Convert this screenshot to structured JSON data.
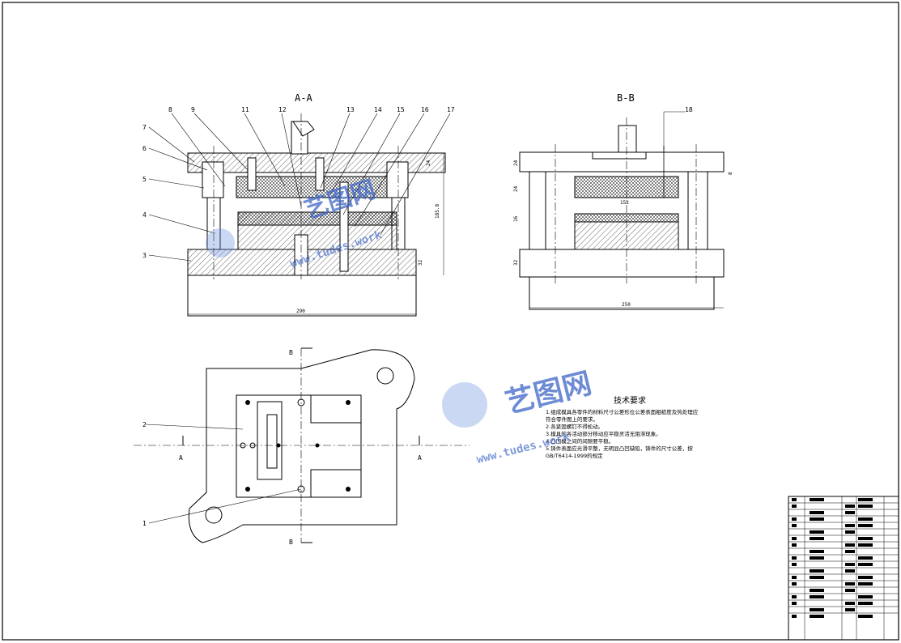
{
  "views": {
    "section_aa": "A-A",
    "section_bb": "B-B",
    "cut_a_left": "A",
    "cut_a_right": "A",
    "cut_b_top": "B",
    "cut_b_bottom": "B"
  },
  "callouts_top": [
    "8",
    "9",
    "11",
    "12",
    "13",
    "14",
    "15",
    "16",
    "17"
  ],
  "callouts_left": [
    "7",
    "6",
    "5",
    "4",
    "3"
  ],
  "callout_bb": "18",
  "callouts_plan": [
    "2",
    "1"
  ],
  "dimensions": {
    "width_aa": "290",
    "width_bb": "250",
    "height_aa": "185.8",
    "h_top": "24",
    "h_base": "32",
    "bb_24a": "24",
    "bb_24b": "24",
    "bb_16": "16",
    "bb_32": "32",
    "bb_152": "152",
    "bb_8": "8"
  },
  "tech_requirements": {
    "title": "技术要求",
    "lines": [
      "1.组成模具各零件的材料尺寸公差形位公差表面粗糙度及热处理应",
      "符合零件图上的要求。",
      "2.各紧固螺钉不得松动。",
      "3.模具的各活动部分移动应平稳灵活无阻滞现象。",
      "4.凸凹模之间的间隙要平稳。",
      "5.铸件表面应光滑平整，无明显凸凹缺陷，铸件的尺寸公差，按",
      "GB/T6414-1999的规定"
    ]
  },
  "watermark": {
    "brand": "艺图网",
    "url": "www.tudes.work"
  },
  "colors": {
    "line": "#000000",
    "watermark": "#3d66c8"
  }
}
